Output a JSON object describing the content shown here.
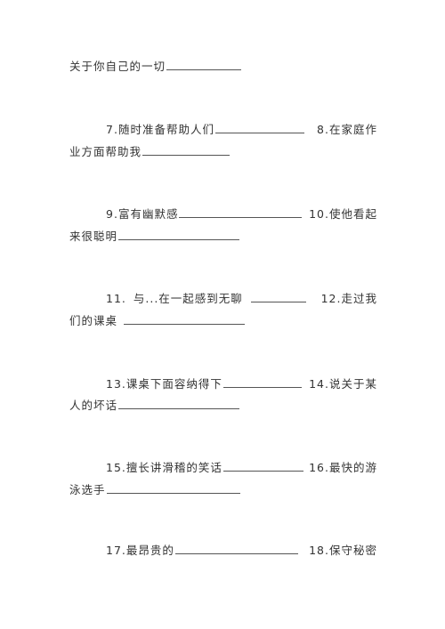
{
  "items": [
    {
      "tail": "关于你自己的一切"
    },
    {
      "left_num": "7.",
      "left_text": "随时准备帮助人们",
      "right_num": "8.",
      "right_text": "在家庭作",
      "tail": "业方面帮助我"
    },
    {
      "left_num": "9.",
      "left_text": "富有幽默感",
      "right_num": "10.",
      "right_text": "使他看起",
      "tail": "来很聪明"
    },
    {
      "left_num": "11.",
      "left_text": "与...在一起感到无聊",
      "right_num": "12.",
      "right_text": "走过我",
      "tail": "们的课桌"
    },
    {
      "left_num": "13.",
      "left_text": "课桌下面容纳得下",
      "right_num": "14.",
      "right_text": "说关于某",
      "tail": "人的坏话"
    },
    {
      "left_num": "15.",
      "left_text": "擅长讲滑稽的笑话",
      "right_num": "16.",
      "right_text": "最快的游",
      "tail": "泳选手"
    },
    {
      "left_num": "17.",
      "left_text": "最昂贵的",
      "right_num": "18.",
      "right_text": "保守秘密"
    }
  ]
}
